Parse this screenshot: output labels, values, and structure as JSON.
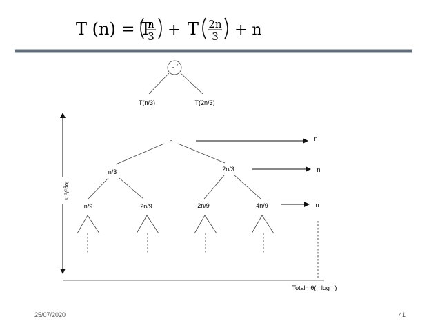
{
  "formula": {
    "lhs": "T (n) = T",
    "frac1_num": "n",
    "frac1_den": "3",
    "plus1": "+",
    "t2": "T",
    "frac2_num": "2n",
    "frac2_den": "3",
    "tail": "+ n"
  },
  "small_tree": {
    "root": "n",
    "root_exp": "2",
    "left": "T(n/3)",
    "right": "T(2n/3)"
  },
  "recursion_tree": {
    "level0": [
      "n"
    ],
    "level1": [
      "n/3",
      "2n/3"
    ],
    "level2": [
      "n/9",
      "2n/9",
      "2n/9",
      "4n/9"
    ],
    "level_costs": [
      "n",
      "n",
      "n"
    ],
    "height_label": "log₃/₂ n",
    "total": "Total= θ(n log n)"
  },
  "footer": {
    "date": "25/07/2020",
    "page": "41"
  },
  "colors": {
    "rule_dark": "#5a6672",
    "rule_light": "#c9d0d6"
  }
}
